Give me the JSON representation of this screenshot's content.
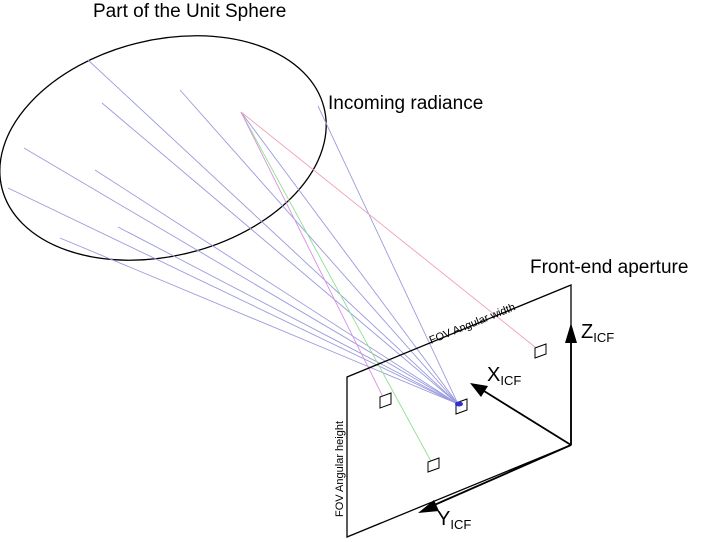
{
  "labels": {
    "sphere": "Part of the Unit Sphere",
    "radiance": "Incoming radiance",
    "aperture": "Front-end aperture",
    "fov_width": "FOV Angular width",
    "fov_height": "FOV Angular height"
  },
  "axes": {
    "x": {
      "letter": "X",
      "sub": "ICF"
    },
    "y": {
      "letter": "Y",
      "sub": "ICF"
    },
    "z": {
      "letter": "Z",
      "sub": "ICF"
    }
  },
  "colors": {
    "blue_ray": "#9b9bde",
    "red_ray": "#f0a0b0",
    "green_ray": "#90e090",
    "magenta_ray": "#d890e0",
    "ink": "#000000",
    "focus": "#3030d0"
  }
}
